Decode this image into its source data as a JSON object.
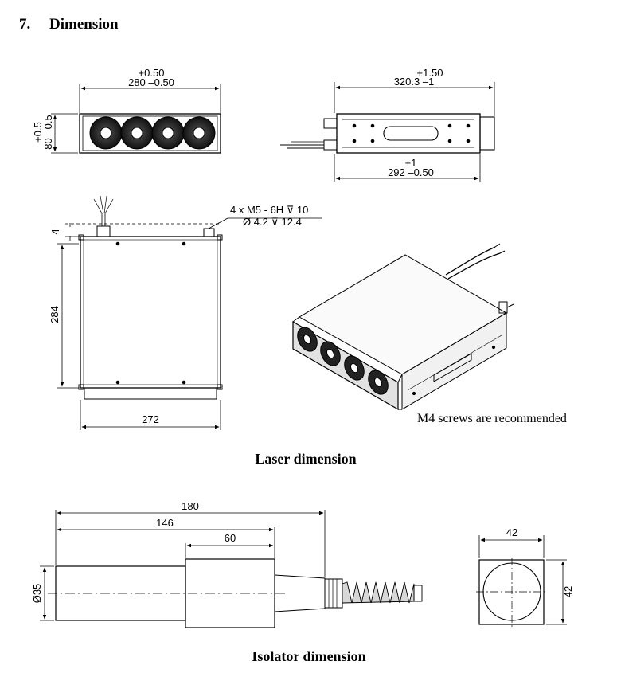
{
  "section": {
    "number": "7.",
    "title": "Dimension"
  },
  "laser": {
    "front": {
      "width_tol_upper": "+0.50",
      "width_label": "280 –0.50",
      "height_tol_upper": "+0.5",
      "height_label": "80 –0.5"
    },
    "side": {
      "length_tol_upper": "+1.50",
      "length_label": "320.3 –1",
      "inner_tol_upper": "+1",
      "inner_label": "292 –0.50"
    },
    "top": {
      "hole_spec_1": "4 x  M5 - 6H ⊽ 10",
      "hole_spec_2": "Ø 4.2 ⊽ 12.4",
      "offset_label": "4",
      "depth_label": "284",
      "width_label": "272"
    },
    "note": "M4 screws are recommended",
    "caption": "Laser dimension"
  },
  "isolator": {
    "overall_label": "180",
    "mid_label": "146",
    "body_label": "60",
    "diameter_label": "Ø35",
    "end_width_label": "42",
    "end_height_label": "42",
    "caption": "Isolator dimension"
  }
}
